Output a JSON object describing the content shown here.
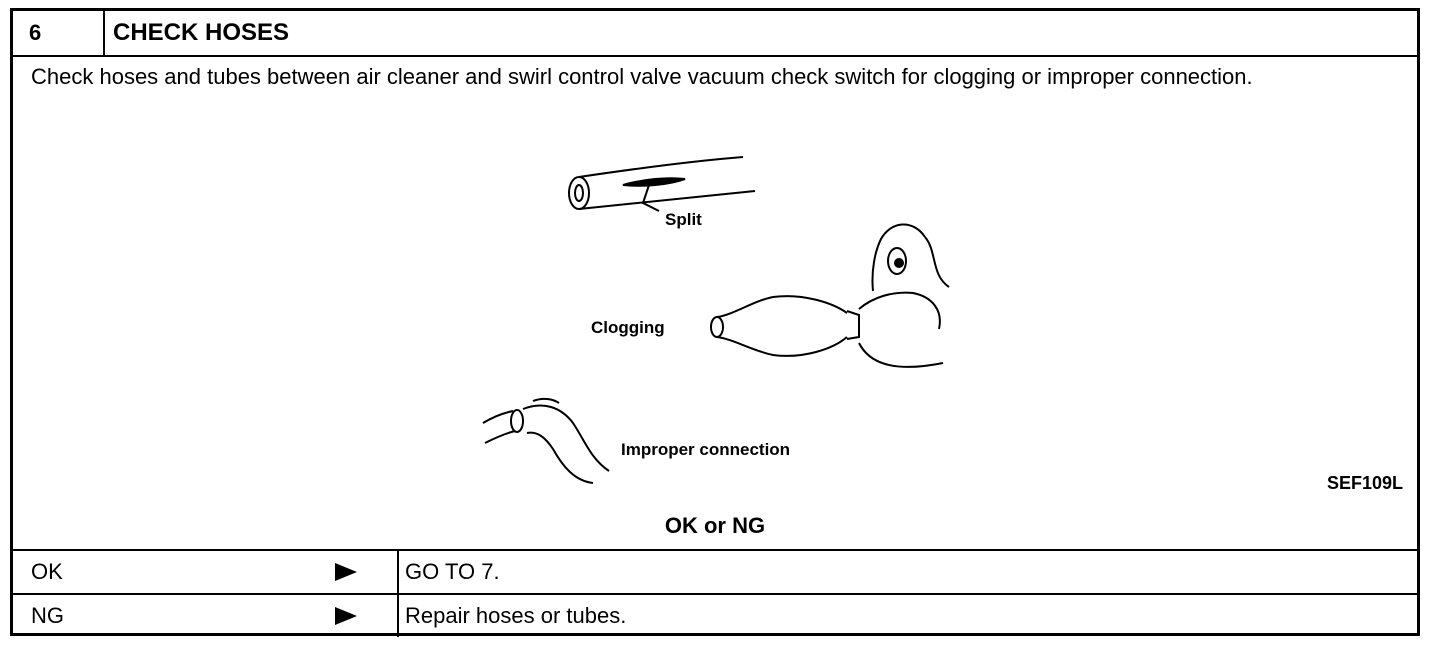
{
  "header": {
    "step_number": "6",
    "title": "CHECK HOSES"
  },
  "instruction": "Check hoses and tubes between air cleaner and swirl control valve vacuum check switch for clogging or improper connection.",
  "figure": {
    "labels": {
      "split": "Split",
      "clogging": "Clogging",
      "improper": "Improper connection"
    },
    "code": "SEF109L"
  },
  "result_heading": "OK or NG",
  "results": [
    {
      "label": "OK",
      "action": "GO TO 7."
    },
    {
      "label": "NG",
      "action": "Repair hoses or tubes."
    }
  ]
}
